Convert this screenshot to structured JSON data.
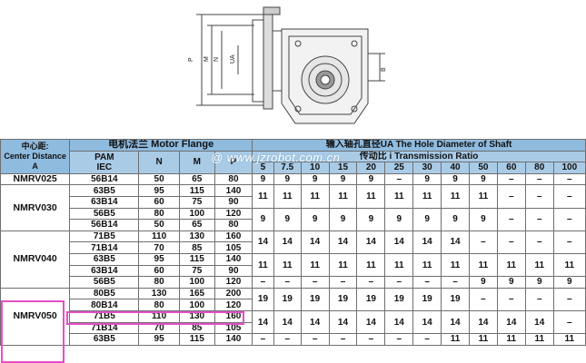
{
  "drawing": {
    "labels": [
      "P",
      "M",
      "N",
      "UA",
      "B"
    ]
  },
  "header": {
    "center_distance": "中心距:\nCenter Distance\nA",
    "motor_flange": "电机法兰 Motor Flange",
    "pam_iec": "PAM\nIEC",
    "n": "N",
    "m": "M",
    "p": "P",
    "shaft_hole": "输入轴孔直径UA The Hole Diameter of Shaft",
    "ratio": "传动比 i Transmission Ratio",
    "ratios": [
      "5",
      "7.5",
      "10",
      "15",
      "20",
      "25",
      "30",
      "40",
      "50",
      "60",
      "80",
      "100"
    ]
  },
  "watermark": "@ www.jzrobot.com.cn",
  "rows": [
    {
      "model": "NMRV025",
      "pam": "56B14",
      "n": "50",
      "m": "65",
      "p": "80"
    },
    {
      "model": "NMRV030",
      "pam": "63B5",
      "n": "95",
      "m": "115",
      "p": "140"
    },
    {
      "model": "",
      "pam": "63B14",
      "n": "60",
      "m": "75",
      "p": "90"
    },
    {
      "model": "",
      "pam": "56B5",
      "n": "80",
      "m": "100",
      "p": "120"
    },
    {
      "model": "",
      "pam": "56B14",
      "n": "50",
      "m": "65",
      "p": "80"
    },
    {
      "model": "NMRV040",
      "pam": "71B5",
      "n": "110",
      "m": "130",
      "p": "160"
    },
    {
      "model": "",
      "pam": "71B14",
      "n": "70",
      "m": "85",
      "p": "105"
    },
    {
      "model": "",
      "pam": "63B5",
      "n": "95",
      "m": "115",
      "p": "140"
    },
    {
      "model": "",
      "pam": "63B14",
      "n": "60",
      "m": "75",
      "p": "90"
    },
    {
      "model": "",
      "pam": "56B5",
      "n": "80",
      "m": "100",
      "p": "120"
    },
    {
      "model": "NMRV050",
      "pam": "80B5",
      "n": "130",
      "m": "165",
      "p": "200"
    },
    {
      "model": "",
      "pam": "80B14",
      "n": "80",
      "m": "100",
      "p": "120"
    },
    {
      "model": "",
      "pam": "71B5",
      "n": "110",
      "m": "130",
      "p": "160"
    },
    {
      "model": "",
      "pam": "71B14",
      "n": "70",
      "m": "85",
      "p": "105"
    },
    {
      "model": "",
      "pam": "63B5",
      "n": "95",
      "m": "115",
      "p": "140"
    }
  ],
  "shaft_groups": [
    {
      "start": 0,
      "span": 1,
      "values": [
        "9",
        "9",
        "9",
        "9",
        "9",
        "–",
        "9",
        "9",
        "9",
        "–",
        "–",
        "–"
      ]
    },
    {
      "start": 1,
      "span": 2,
      "values": [
        "11",
        "11",
        "11",
        "11",
        "11",
        "11",
        "11",
        "11",
        "11",
        "–",
        "–",
        "–"
      ]
    },
    {
      "start": 3,
      "span": 2,
      "values": [
        "9",
        "9",
        "9",
        "9",
        "9",
        "9",
        "9",
        "9",
        "9",
        "–",
        "–",
        "–"
      ]
    },
    {
      "start": 5,
      "span": 2,
      "values": [
        "14",
        "14",
        "14",
        "14",
        "14",
        "14",
        "14",
        "14",
        "–",
        "–",
        "–",
        "–"
      ]
    },
    {
      "start": 7,
      "span": 2,
      "values": [
        "11",
        "11",
        "11",
        "11",
        "11",
        "11",
        "11",
        "11",
        "11",
        "11",
        "11",
        "11"
      ]
    },
    {
      "start": 9,
      "span": 1,
      "values": [
        "–",
        "–",
        "–",
        "–",
        "–",
        "–",
        "–",
        "–",
        "9",
        "9",
        "9",
        "9"
      ]
    },
    {
      "start": 10,
      "span": 2,
      "values": [
        "19",
        "19",
        "19",
        "19",
        "19",
        "19",
        "19",
        "19",
        "–",
        "–",
        "–",
        "–"
      ]
    },
    {
      "start": 12,
      "span": 2,
      "values": [
        "14",
        "14",
        "14",
        "14",
        "14",
        "14",
        "14",
        "14",
        "14",
        "14",
        "14",
        "–"
      ]
    },
    {
      "start": 14,
      "span": 1,
      "values": [
        "–",
        "–",
        "–",
        "–",
        "–",
        "–",
        "–",
        "11",
        "11",
        "11",
        "11",
        "11"
      ]
    }
  ]
}
